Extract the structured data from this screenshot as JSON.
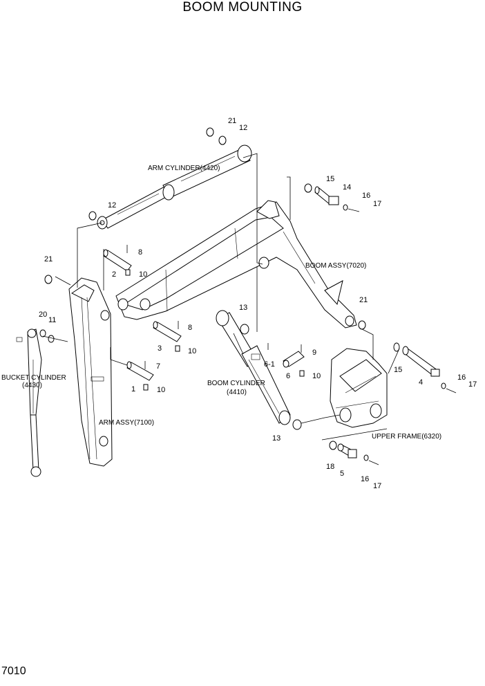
{
  "title": "BOOM MOUNTING",
  "page_number": "7010",
  "assemblies": {
    "arm_cylinder": "ARM CYLINDER(4420)",
    "boom_assy": "BOOM ASSY(7020)",
    "bucket_cylinder_line1": "BUCKET CYLINDER",
    "bucket_cylinder_line2": "(4430)",
    "boom_cylinder_line1": "BOOM CYLINDER",
    "boom_cylinder_line2": "(4410)",
    "arm_assy": "ARM ASSY(7100)",
    "upper_frame": "UPPER FRAME(6320)"
  },
  "callouts": {
    "c21_top": "21",
    "c12_top": "12",
    "c15_top": "15",
    "c14": "14",
    "c16_top": "16",
    "c17_top": "17",
    "c12_left": "12",
    "c8_top": "8",
    "c2": "2",
    "c10_a": "10",
    "c21_left": "21",
    "c20": "20",
    "c11": "11",
    "c8_mid": "8",
    "c3": "3",
    "c10_b": "10",
    "c7": "7",
    "c1": "1",
    "c10_c": "10",
    "c13_mid": "13",
    "c9": "9",
    "c6_1": "6-1",
    "c6": "6",
    "c10_d": "10",
    "c21_right": "21",
    "c15_right": "15",
    "c4": "4",
    "c16_right": "16",
    "c17_right": "17",
    "c13_low": "13",
    "c18": "18",
    "c5": "5",
    "c16_low": "16",
    "c17_low": "17"
  }
}
